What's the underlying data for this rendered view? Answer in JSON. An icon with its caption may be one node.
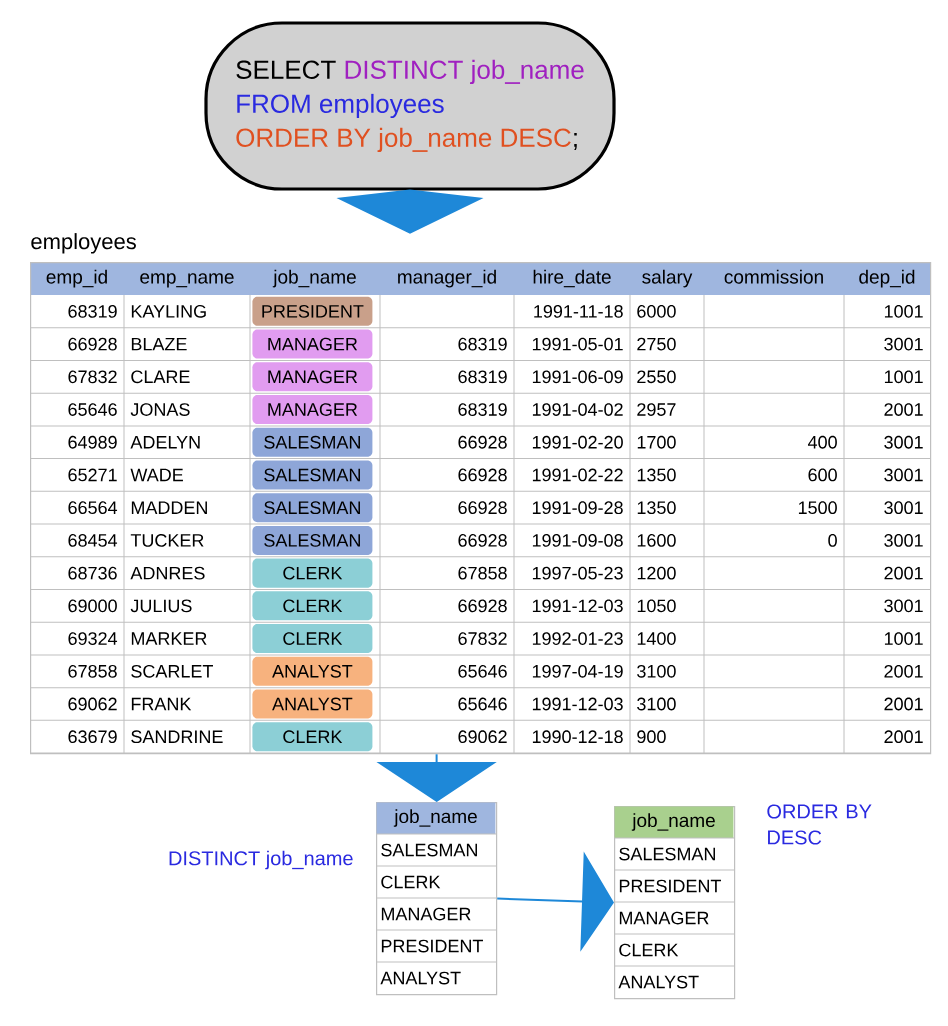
{
  "diagram": {
    "nodes": [
      {
        "text": [
          "SELECT",
          "DISTINCT job_name",
          "FROM employees",
          "ORDER BY job_name DESC",
          ";"
        ]
      },
      {
        "text": [
          "employees"
        ]
      },
      {
        "text": [
          "job_name",
          "SALESMAN",
          "CLERK",
          "MANAGER",
          "PRESIDENT",
          "ANALYST"
        ],
        "beside": [
          "DISTINCT job_name"
        ]
      },
      {
        "text": [
          "job_name",
          "SALESMAN",
          "PRESIDENT",
          "MANAGER",
          "CLERK",
          "ANALYST"
        ],
        "beside": [
          "ORDER BY DESC"
        ]
      }
    ],
    "edges": [
      {
        "from": 0,
        "to": 1,
        "arrow": "to"
      },
      {
        "from": 1,
        "to": 2,
        "arrow": "to"
      },
      {
        "from": 2,
        "to": 3,
        "arrow": "to"
      }
    ],
    "labels": [
      "emp_id",
      "emp_name",
      "job_name",
      "manager_id",
      "hire_date",
      "salary",
      "commission",
      "dep_id",
      "68319",
      "KAYLING",
      "PRESIDENT",
      "1991-11-18",
      "6000",
      "1001",
      "66928",
      "BLAZE",
      "MANAGER",
      "68319",
      "1991-05-01",
      "2750",
      "3001",
      "67832",
      "CLARE",
      "MANAGER",
      "68319",
      "1991-06-09",
      "2550",
      "1001",
      "65646",
      "JONAS",
      "MANAGER",
      "68319",
      "1991-04-02",
      "2957",
      "2001",
      "64989",
      "ADELYN",
      "SALESMAN",
      "66928",
      "1991-02-20",
      "1700",
      "400",
      "3001",
      "65271",
      "WADE",
      "SALESMAN",
      "66928",
      "1991-02-22",
      "1350",
      "600",
      "3001",
      "66564",
      "MADDEN",
      "SALESMAN",
      "66928",
      "1991-09-28",
      "1350",
      "1500",
      "3001",
      "68454",
      "TUCKER",
      "SALESMAN",
      "66928",
      "1991-09-08",
      "1600",
      "0",
      "3001",
      "68736",
      "ADNRES",
      "CLERK",
      "67858",
      "1997-05-23",
      "1200",
      "2001",
      "69000",
      "JULIUS",
      "CLERK",
      "66928",
      "1991-12-03",
      "1050",
      "3001",
      "69324",
      "MARKER",
      "CLERK",
      "67832",
      "1992-01-23",
      "1400",
      "1001",
      "67858",
      "SCARLET",
      "ANALYST",
      "65646",
      "1997-04-19",
      "3100",
      "2001",
      "69062",
      "FRANK",
      "ANALYST",
      "65646",
      "1991-12-03",
      "3100",
      "2001",
      "63679",
      "SANDRINE",
      "CLERK",
      "69062",
      "1990-12-18",
      "900",
      "2001"
    ]
  }
}
